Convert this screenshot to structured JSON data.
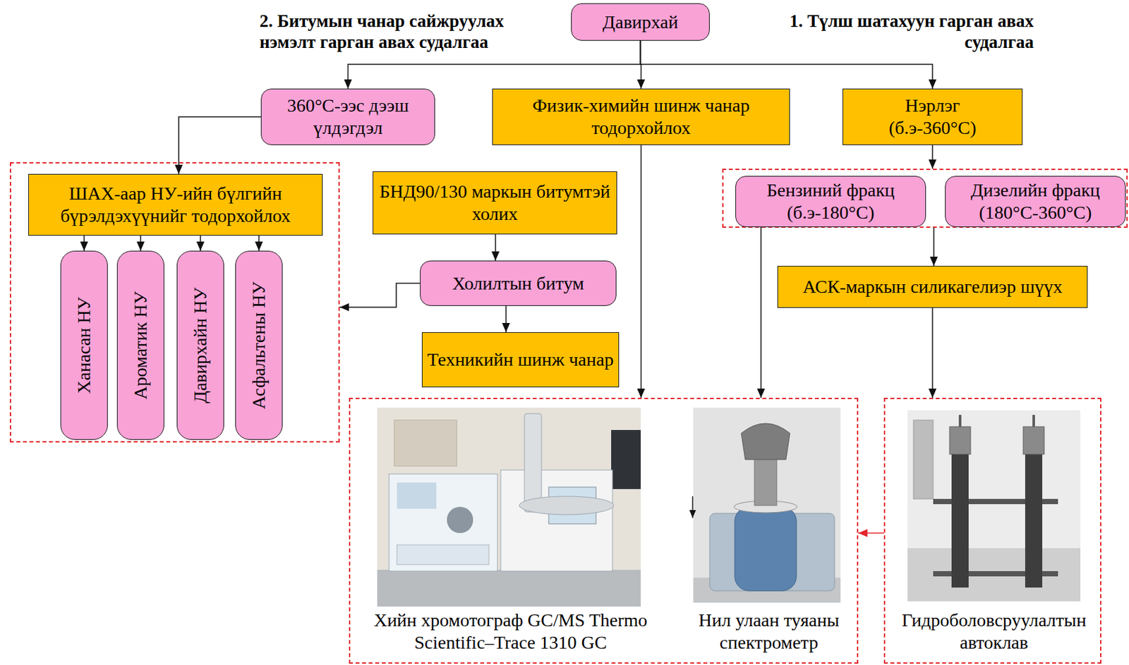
{
  "diagram": {
    "nodes": [
      {
        "text": [
          "Давирхай"
        ]
      },
      {
        "text": [
          "360°C-ээс дээш үлдэгдэл"
        ]
      },
      {
        "text": [
          "Физик-химийн шинж чанар тодорхойлох"
        ]
      },
      {
        "text": [
          "Нэрлэг (б.э-360°C)"
        ]
      },
      {
        "text": []
      },
      {
        "text": [
          "ШАХ-аар НУ-ийн бүлгийн бүрэлдэхүүнийг тодорхойлох"
        ],
        "in": 4
      },
      {
        "text": [
          "Ханасан НУ"
        ],
        "in": 4
      },
      {
        "text": [
          "Ароматик НУ"
        ],
        "in": 4
      },
      {
        "text": [
          "Давирхайн НУ"
        ],
        "in": 4
      },
      {
        "text": [
          "Асфальтены НУ"
        ],
        "in": 4
      },
      {
        "text": [
          "БНД90/130 маркын битумтэй холих"
        ]
      },
      {
        "text": [
          "Холилтын битум"
        ]
      },
      {
        "text": [
          "Техникийн шинж чанар"
        ]
      },
      {
        "text": []
      },
      {
        "text": [
          "Бензиний фракц (б.э-180°C)"
        ],
        "in": 13
      },
      {
        "text": [
          "Дизелийн фракц (180°C-360°C)"
        ],
        "in": 13
      },
      {
        "text": [
          "АСК-маркын силикагелиэр шүүх"
        ]
      },
      {
        "text": [
          "Хийн хромотограф GC/MS Thermo Scientific–Trace 1310 GC",
          "Нил улаан туяаны спектрометр"
        ]
      },
      {
        "text": [
          "Гидроболовсруулалтын автоклав"
        ]
      }
    ],
    "edges": [
      {
        "from": 0,
        "to": 1,
        "arrow": "to"
      },
      {
        "from": 0,
        "to": 2,
        "arrow": "to"
      },
      {
        "from": 0,
        "to": 3,
        "arrow": "to"
      },
      {
        "from": 1,
        "to": 5,
        "arrow": "to"
      },
      {
        "from": 5,
        "to": 6,
        "arrow": "to"
      },
      {
        "from": 5,
        "to": 7,
        "arrow": "to"
      },
      {
        "from": 5,
        "to": 8,
        "arrow": "to"
      },
      {
        "from": 5,
        "to": 9,
        "arrow": "to"
      },
      {
        "from": 10,
        "to": 11,
        "arrow": "to"
      },
      {
        "from": 11,
        "to": 12,
        "arrow": "to"
      },
      {
        "from": 11,
        "to": 4,
        "arrow": "to"
      },
      {
        "from": 3,
        "to": 13,
        "arrow": "to"
      },
      {
        "from": 13,
        "to": 16,
        "arrow": "to"
      },
      {
        "from": 14,
        "to": 17,
        "arrow": "to"
      },
      {
        "from": 2,
        "to": 17,
        "arrow": "to"
      },
      {
        "from": 16,
        "to": 18,
        "arrow": "to"
      },
      {
        "from": 18,
        "to": 17,
        "arrow": "to"
      }
    ],
    "labels": [
      "2. Битумын чанар сайжруулах нэмэлт гарган авах судалгаа",
      "1. Түлш шатахуун гарган авах судалгаа"
    ]
  }
}
